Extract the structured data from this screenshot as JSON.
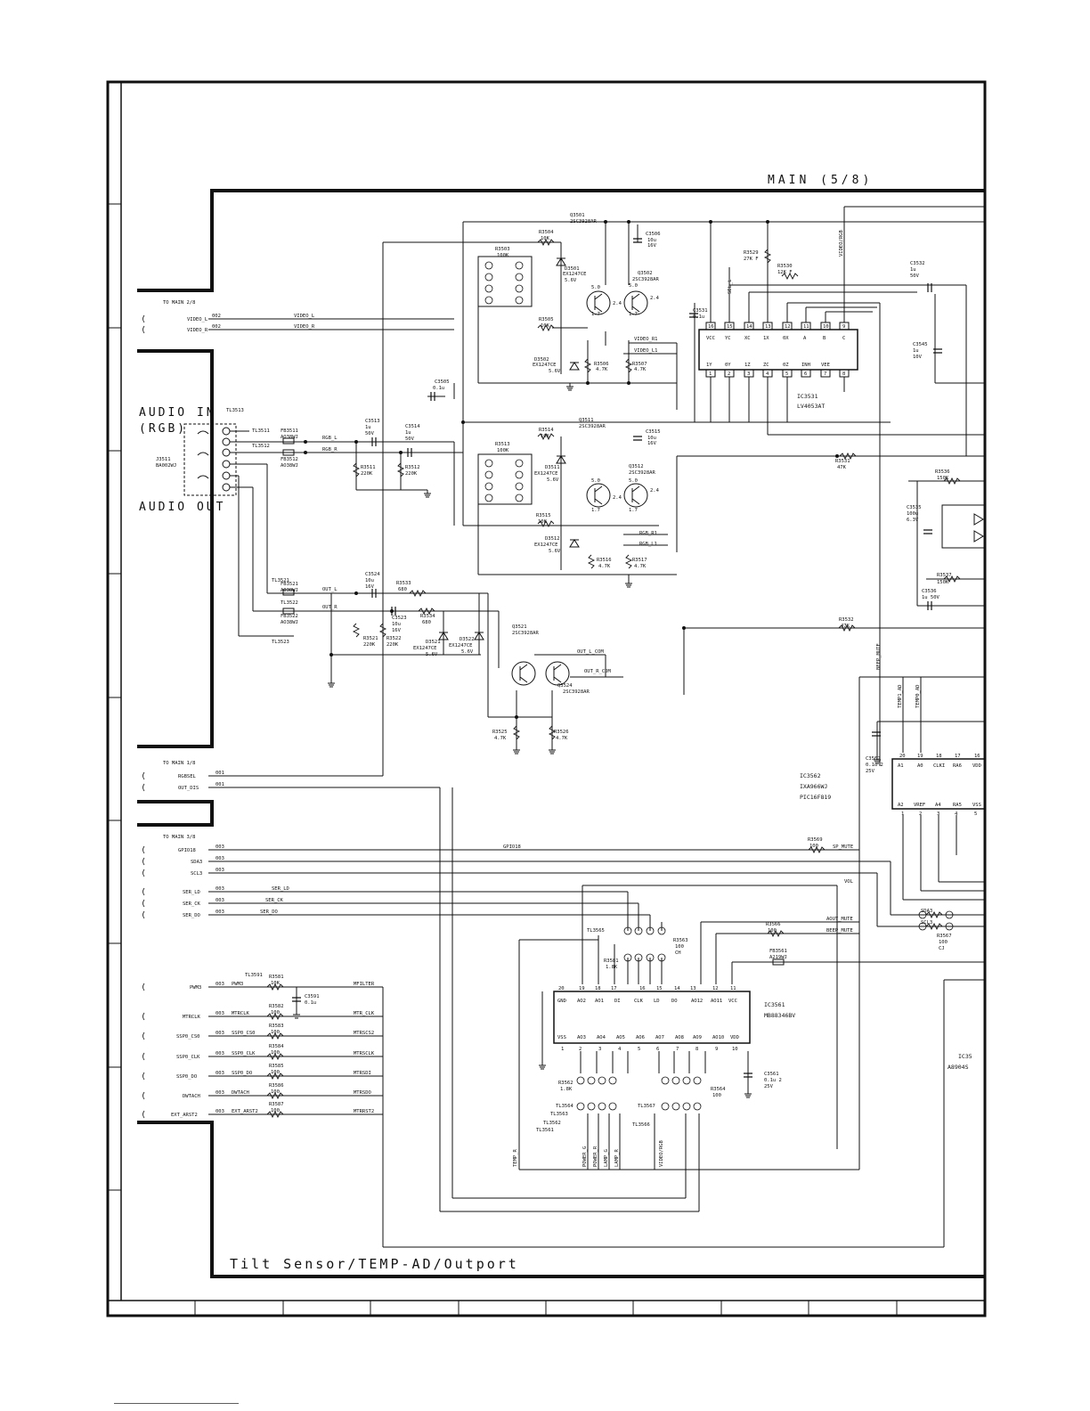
{
  "sheet": {
    "title": "MAIN (5/8)",
    "footer_caption": "Tilt Sensor/TEMP-AD/Outport",
    "audio_in": "AUDIO IN",
    "audio_rgb": "(RGB)",
    "audio_out": "AUDIO OUT"
  },
  "connectors": [
    {
      "label": "TO MAIN 2/8"
    },
    {
      "label": "TO MAIN 1/8"
    },
    {
      "label": "TO MAIN 3/8"
    }
  ],
  "signals_left": [
    {
      "name": "VIDEO_L",
      "ref": "002",
      "net": "VIDEO_L"
    },
    {
      "name": "VIDEO_R",
      "ref": "002",
      "net": "VIDEO_R"
    },
    {
      "name": "RGBSEL",
      "ref": "001",
      "net": ""
    },
    {
      "name": "OUT_DIS",
      "ref": "001",
      "net": ""
    },
    {
      "name": "GPIO18",
      "ref": "003",
      "net": "GPIO18"
    },
    {
      "name": "SDA3",
      "ref": "003",
      "net": ""
    },
    {
      "name": "SCL3",
      "ref": "003",
      "net": ""
    },
    {
      "name": "SER_LD",
      "ref": "003",
      "net": "SER_LD"
    },
    {
      "name": "SER_CK",
      "ref": "003",
      "net": "SER_CK"
    },
    {
      "name": "SER_DO",
      "ref": "003",
      "net": "SER_DO"
    },
    {
      "name": "PWM3",
      "ref": "003",
      "net": "PWM3"
    },
    {
      "name": "MTRCLK",
      "ref": "003",
      "net": "MTRCLK"
    },
    {
      "name": "SSP0_CS0",
      "ref": "003",
      "net": "SSP0_CS0"
    },
    {
      "name": "SSP0_CLK",
      "ref": "003",
      "net": "SSP0_CLK"
    },
    {
      "name": "SSP0_DO",
      "ref": "003",
      "net": "SSP0_DO"
    },
    {
      "name": "DWTACH",
      "ref": "003",
      "net": "DWTACH"
    },
    {
      "name": "EXT_ARST2",
      "ref": "003",
      "net": "EXT_ARST2"
    }
  ],
  "nets": {
    "mfilter": "MFILTER",
    "mtr_clk": "MTR_CLK",
    "mtrscs2": "MTRSCS2",
    "mtrsclk": "MTRSCLK",
    "mtrsdi": "MTRSDI",
    "mtrsdo": "MTRSDO",
    "mtrrst2": "MTRRST2",
    "sp_mute": "SP_MUTE",
    "vol": "VOL",
    "aout_mute": "AOUT_MUTE",
    "beep_mute": "BEEP_MUTE",
    "video_r1": "VIDEO_R1",
    "video_l1": "VIDEO_L1",
    "rgb_r1": "RGB_R1",
    "rgb_l1": "RGB_L1",
    "rgb_l": "RGB_L",
    "rgb_r": "RGB_R",
    "out_l": "OUT_L",
    "out_r": "OUT_R",
    "out_l_com": "OUT_L_COM",
    "out_r_com": "OUT_R_COM",
    "video_rgb": "VIDEO/RGB",
    "sel_l": "SEL_L",
    "beep_mute_v": "BEEP_MUTE",
    "temp1_ad": "TEMP1_AD",
    "temp0_ad": "TEMP0_AD",
    "temp_r": "TEMP_R",
    "power_g": "POWER_G",
    "power_r": "POWER_R",
    "lamp_g": "LAMP_G",
    "lamp_r": "LAMP_R",
    "video_rgb2": "VIDEO/RGB",
    "sda3": "SDA3",
    "scl3": "SCL3"
  },
  "ics": {
    "ic3531": {
      "ref": "IC3531",
      "part": "LV4053AT",
      "top_pins": [
        "16",
        "15",
        "14",
        "13",
        "12",
        "11",
        "10",
        "9"
      ],
      "top_names": [
        "VCC",
        "YC",
        "XC",
        "1X",
        "0X",
        "A",
        "B",
        "C"
      ],
      "bot_pins": [
        "1",
        "2",
        "3",
        "4",
        "5",
        "6",
        "7",
        "8"
      ],
      "bot_names": [
        "1Y",
        "0Y",
        "1Z",
        "ZC",
        "0Z",
        "INH",
        "VEE",
        ""
      ]
    },
    "ic3562": {
      "ref": "IC3562",
      "part": "IXA966WJ",
      "sub": "PIC16F819",
      "top_pins": [
        "20",
        "19",
        "18",
        "17",
        "16"
      ],
      "top_names": [
        "A1",
        "A0",
        "CLKI",
        "RA6",
        "VDD"
      ],
      "bot_pins": [
        "1",
        "2",
        "3",
        "4",
        "5"
      ],
      "bot_names": [
        "A2",
        "VREF",
        "A4",
        "RA5",
        "VSS"
      ]
    },
    "ic3561": {
      "ref": "IC3561",
      "part": "MB88346BV",
      "top_pins": [
        "20",
        "19",
        "18",
        "17",
        "16",
        "15",
        "14",
        "13",
        "12",
        "11"
      ],
      "top_names": [
        "GND",
        "AO2",
        "AO1",
        "DI",
        "CLK",
        "LD",
        "DO",
        "AO12",
        "AO11",
        "VCC"
      ],
      "bot_pins": [
        "1",
        "2",
        "3",
        "4",
        "5",
        "6",
        "7",
        "8",
        "9",
        "10"
      ],
      "bot_names": [
        "VSS",
        "AO3",
        "AO4",
        "AO5",
        "AO6",
        "AO7",
        "AO8",
        "AO9",
        "AO10",
        "VDD"
      ]
    },
    "ic3535": {
      "ref": "IC35",
      "part": "A8904S"
    }
  },
  "parts": {
    "q3501": "Q3501",
    "q3501v": "2SC3928AR",
    "q3502": "Q3502",
    "q3502v": "2SC3928AR",
    "q3511": "Q3511",
    "q3511v": "2SC3928AR",
    "q3512": "Q3512",
    "q3512v": "2SC3928AR",
    "q3521": "Q3521",
    "q3521v": "2SC3928AR",
    "q3524": "Q3524",
    "q3524v": "2SC3928AR",
    "r3503": "R3503",
    "r3503v": "100K",
    "r3504": "R3504",
    "r3504v": "10K",
    "r3505": "R3505",
    "r3505v": "10K",
    "r3506": "R3506",
    "r3506v": "4.7K",
    "r3507": "R3507",
    "r3507v": "4.7K",
    "d3501": "D3501",
    "d3501v": "EX1247CE",
    "d3501z": "5.6V",
    "d3502": "D3502",
    "d3502v": "EX1247CE",
    "d3502z": "5.6V",
    "c3506": "C3506",
    "c3506a": "10u",
    "c3506b": "16V",
    "c3505": "C3505",
    "c3505v": "0.1u",
    "r3529": "R3529",
    "r3529v": "27K F",
    "r3530": "R3530",
    "r3530v": "12K F",
    "c3531": "C3531",
    "c3531v": "0.1u",
    "c3532": "C3532",
    "c3532a": "1u",
    "c3532b": "50V",
    "c3545": "C3545",
    "c3545a": "1u",
    "c3545b": "10V",
    "tl3513": "TL3513",
    "tl3511": "TL3511",
    "tl3512": "TL3512",
    "fb3511": "FB3511",
    "fb3511v": "AO38WJ",
    "fb3512": "FB3512",
    "fb3512v": "AO38WJ",
    "c3513": "C3513",
    "c3513a": "1u",
    "c3513b": "50V",
    "c3514": "C3514",
    "c3514a": "1u",
    "c3514b": "50V",
    "r3511": "R3511",
    "r3511v": "220K",
    "r3512": "R3512",
    "r3512v": "220K",
    "j3511": "J3511",
    "j3511v": "BA002WJ",
    "r3513": "R3513",
    "r3513v": "100K",
    "r3514": "R3514",
    "r3514v": "10K",
    "r3515": "R3515",
    "r3515v": "10K",
    "r3516": "R3516",
    "r3516v": "4.7K",
    "r3517": "R3517",
    "r3517v": "4.7K",
    "d3511": "D3511",
    "d3511v": "EX1247CE",
    "d3511z": "5.6V",
    "d3512": "D3512",
    "d3512v": "EX1247CE",
    "d3512z": "5.6V",
    "c3515": "C3515",
    "c3515a": "10u",
    "c3515b": "16V",
    "r3531": "R3531",
    "r3531v": "47K",
    "r3536": "R3536",
    "r3536v": "150K",
    "c3535": "C3535",
    "c3535a": "100u",
    "c3535b": "6.3V",
    "r3537": "R3537",
    "r3537v": "150K",
    "c3536": "C3536",
    "c3536v": "1u 50V",
    "tl3521": "TL3521",
    "tl3522": "TL3522",
    "tl3523": "TL3523",
    "fb3521": "FB3521",
    "fb3521v": "AO38WJ",
    "fb3522": "FB3522",
    "fb3522v": "AO38WJ",
    "c3524": "C3524",
    "c3524a": "10u",
    "c3524b": "16V",
    "r3533": "R3533",
    "r3533v": "680",
    "c3523": "C3523",
    "c3523a": "10u",
    "c3523b": "16V",
    "r3534": "R3534",
    "r3534v": "680",
    "r3521": "R3521",
    "r3521v": "220K",
    "r3522": "R3522",
    "r3522v": "220K",
    "d3521": "D3521",
    "d3521v": "EX1247CE",
    "d3521z": "5.6V",
    "d3522": "D3522",
    "d3522v": "EX1247CE",
    "d3522z": "5.6V",
    "r3532": "R3532",
    "r3532v": "47K",
    "r3525": "R3525",
    "r3525v": "4.7K",
    "r3526": "R3526",
    "r3526v": "4.7K",
    "c3562": "C3562",
    "c3562a": "0.1u 2",
    "c3562b": "25V",
    "r3569": "R3569",
    "r3569v": "100",
    "r3566": "R3566",
    "r3566v": "100",
    "r3567": "R3567",
    "r3567v": "100",
    "r3567w": "CJ",
    "tl3565": "TL3565",
    "r3581a": "R3581",
    "r3581av": "1.8K",
    "r3563": "R3563",
    "r3563v": "100",
    "r3563w": "CH",
    "fb3561": "FB3561",
    "fb3561v": "A219WJ",
    "tl3591": "TL3591",
    "r3581": "R3581",
    "r3581v": "10K",
    "c3591": "C3591",
    "c3591v": "0.1u",
    "r3582": "R3582",
    "r3582v": "100",
    "r3583": "R3583",
    "r3583v": "100",
    "r3584": "R3584",
    "r3584v": "100",
    "r3585": "R3585",
    "r3585v": "100",
    "r3586": "R3586",
    "r3586v": "100",
    "r3587": "R3587",
    "r3587v": "100",
    "r3562": "R3562",
    "r3562v": "1.8K",
    "r3564": "R3564",
    "r3564v": "100",
    "c3561": "C3561",
    "c3561a": "0.1u 2",
    "c3561b": "25V",
    "tl3564": "TL3564",
    "tl3563": "TL3563",
    "tl3561": "TL3561",
    "tl3567": "TL3567",
    "tl3562": "TL3562",
    "tl3566": "TL3566",
    "v50": "5.0",
    "v17": "1.7",
    "v24": "2.4"
  }
}
